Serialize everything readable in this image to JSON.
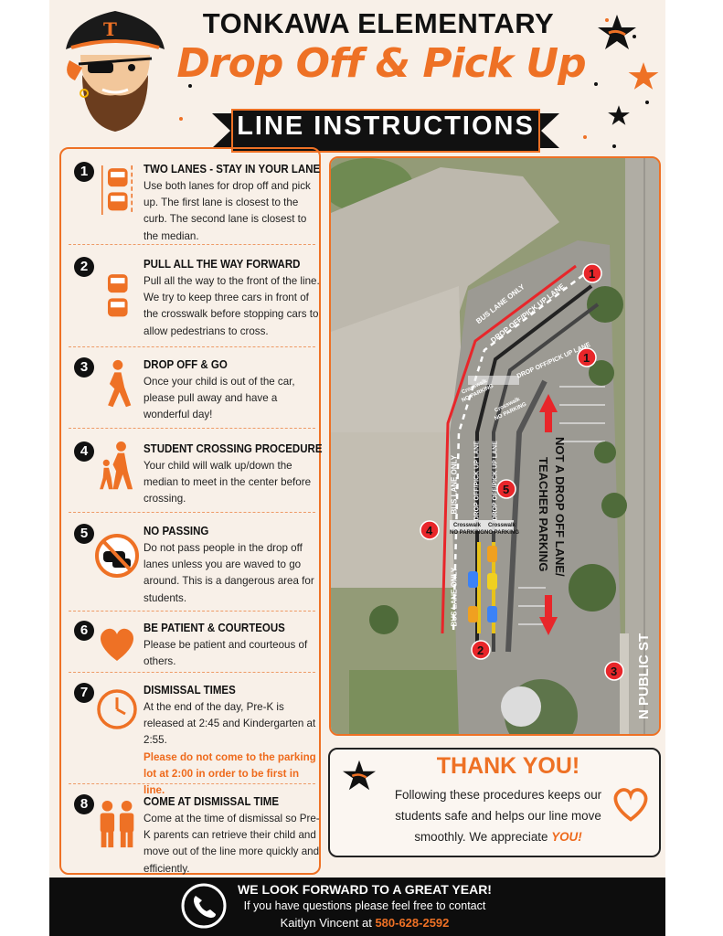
{
  "header": {
    "school": "TONKAWA ELEMENTARY",
    "title": "Drop Off & Pick Up",
    "banner": "LINE INSTRUCTIONS",
    "mascot_letter": "T"
  },
  "steps": [
    {
      "num": "1",
      "icon": "two-cars-icon",
      "title": "TWO LANES - STAY IN YOUR LANE",
      "text": "Use both lanes for drop off and pick up. The first lane is closest to the curb. The second lane is closest to the median.",
      "warn": ""
    },
    {
      "num": "2",
      "icon": "car-line-icon",
      "title": "PULL ALL THE WAY FORWARD",
      "text": "Pull all the way to the front of the line. We try to keep three cars in front of the crosswalk before stopping cars to allow pedestrians to cross.",
      "warn": ""
    },
    {
      "num": "3",
      "icon": "walking-person-icon",
      "title": "DROP OFF & GO",
      "text": "Once your child is out of the car, please pull away and have a wonderful day!",
      "warn": ""
    },
    {
      "num": "4",
      "icon": "adult-child-walking-icon",
      "title": "STUDENT CROSSING PROCEDURE",
      "text": "Your child will walk up/down the median to meet in the center before crossing.",
      "warn": ""
    },
    {
      "num": "5",
      "icon": "no-passing-icon",
      "title": "NO PASSING",
      "text": "Do not pass people in the drop off lanes unless you are waved to go around. This is a dangerous area for students.",
      "warn": ""
    },
    {
      "num": "6",
      "icon": "heart-icon",
      "title": "BE PATIENT & COURTEOUS",
      "text": "Please be patient and courteous of others.",
      "warn": ""
    },
    {
      "num": "7",
      "icon": "clock-icon",
      "title": "DISMISSAL TIMES",
      "text": "At the end of the day, Pre-K is released at 2:45 and Kindergarten at 2:55.",
      "warn": "Please do not come to the parking lot at 2:00 in order to be first in line."
    },
    {
      "num": "8",
      "icon": "parents-icon",
      "title": "COME AT DISMISSAL TIME",
      "text": "Come at the time of dismissal so Pre-K parents can retrieve their child and move out of the line more quickly and efficiently.",
      "warn": ""
    }
  ],
  "map": {
    "bus_lane": "BUS LANE ONLY",
    "dropoff_lane": "DROP OFF/PICK UP LANE",
    "crosswalk": "Crosswalk",
    "no_parking": "NO PARKING",
    "not_dropoff_1": "NOT A DROP OFF LANE/",
    "not_dropoff_2": "TEACHER PARKING",
    "street": "N PUBLIC ST",
    "markers": [
      "1",
      "1",
      "2",
      "3",
      "4",
      "5"
    ]
  },
  "thanks": {
    "title": "THANK YOU!",
    "text": "Following these procedures keeps our students safe and helps our line move smoothly. We appreciate",
    "emphasis": "YOU!"
  },
  "footer": {
    "headline": "WE LOOK FORWARD TO A GREAT YEAR!",
    "sub": "If you have questions please feel free to contact",
    "contact": "Kaitlyn Vincent at",
    "phone": "580-628-2592"
  },
  "colors": {
    "accent": "#ee7125",
    "dark": "#111111",
    "background": "#f8f0e8",
    "marker": "#e8262a"
  }
}
